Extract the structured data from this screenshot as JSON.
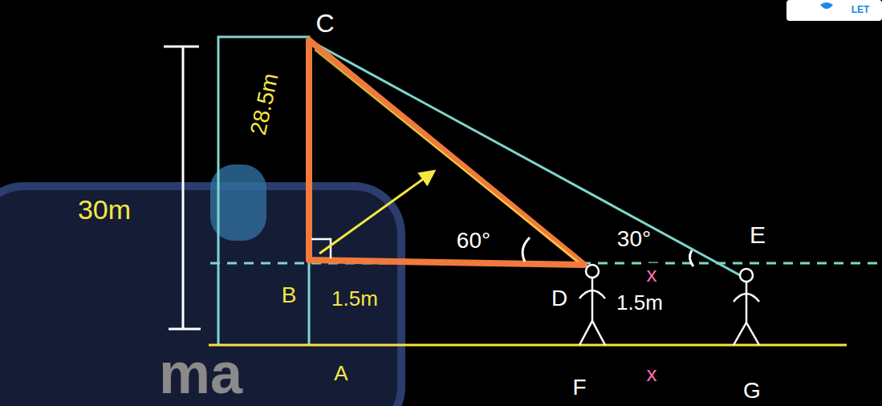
{
  "diagram": {
    "labels": [
      "C",
      "28.5m",
      "30m",
      "B",
      "1.5m",
      "A",
      "60°",
      "30°",
      "E",
      "D",
      "x",
      "1.5m",
      "F",
      "x",
      "G",
      "ma",
      "LET"
    ]
  }
}
